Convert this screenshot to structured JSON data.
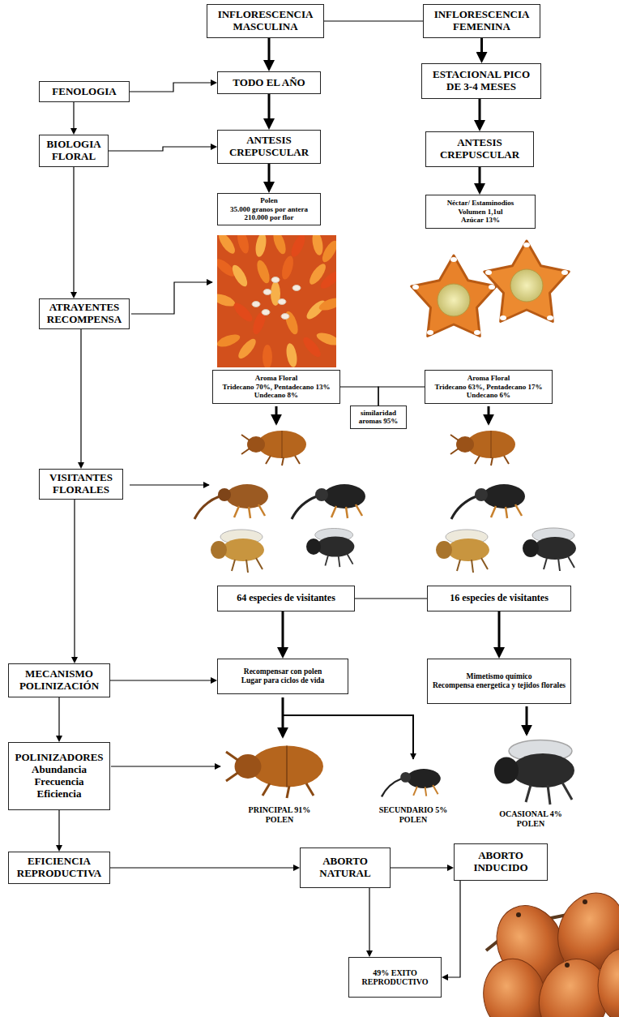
{
  "diagram": {
    "nodes": [
      {
        "text": [
          "INFLORESCENCIA MASCULINA"
        ]
      },
      {
        "text": [
          "INFLORESCENCIA FEMENINA"
        ]
      },
      {
        "text": [
          "FENOLOGIA"
        ]
      },
      {
        "text": [
          "TODO EL AÑO"
        ]
      },
      {
        "text": [
          "ESTACIONAL PICO DE 3-4 MESES"
        ]
      },
      {
        "text": [
          "BIOLOGIA FLORAL"
        ]
      },
      {
        "text": [
          "ANTESIS CREPUSCULAR"
        ]
      },
      {
        "text": [
          "ANTESIS CREPUSCULAR"
        ]
      },
      {
        "text": [
          "Polen",
          "35.000 granos por antera",
          "210.000 por flor"
        ]
      },
      {
        "text": [
          "Néctar/ Estaminodios",
          "Volumen 1,1ul",
          "Azúcar 13%"
        ]
      },
      {
        "text": [
          "ATRAYENTES RECOMPENSA"
        ]
      },
      {
        "text": [
          "Aroma Floral",
          "Tridecano 70%, Pentadecano 13%",
          "Undecano 8%"
        ]
      },
      {
        "text": [
          "similaridad aromas 95%"
        ]
      },
      {
        "text": [
          "Aroma Floral",
          "Tridecano 63%, Pentadecano 17%",
          "Undecano 6%"
        ]
      },
      {
        "text": [
          "VISITANTES FLORALES"
        ]
      },
      {
        "text": [
          "64 especies de visitantes"
        ]
      },
      {
        "text": [
          "16 especies de visitantes"
        ]
      },
      {
        "text": [
          "MECANISMO POLINIZACIÓN"
        ]
      },
      {
        "text": [
          "Recompensar con polen",
          "Lugar para ciclos de vida"
        ]
      },
      {
        "text": [
          "Mimetismo químico",
          "Recompensa energetica y tejidos florales"
        ]
      },
      {
        "text": [
          "POLINIZADORES",
          "Abundancia Frecuencia Eficiencia"
        ]
      },
      {
        "text": [
          "EFICIENCIA REPRODUCTIVA"
        ]
      },
      {
        "text": [
          "ABORTO NATURAL"
        ]
      },
      {
        "text": [
          "ABORTO INDUCIDO"
        ]
      },
      {
        "text": [
          "49% EXITO REPRODUCTIVO"
        ]
      }
    ],
    "edges": [
      {
        "from": 0,
        "to": 1,
        "arrow": "none"
      },
      {
        "from": 0,
        "to": 3,
        "arrow": "to"
      },
      {
        "from": 1,
        "to": 4,
        "arrow": "to"
      },
      {
        "from": 2,
        "to": 3,
        "arrow": "to"
      },
      {
        "from": 3,
        "to": 6,
        "arrow": "to"
      },
      {
        "from": 4,
        "to": 7,
        "arrow": "to"
      },
      {
        "from": 5,
        "to": 6,
        "arrow": "to"
      },
      {
        "from": 2,
        "to": 5,
        "arrow": "to"
      },
      {
        "from": 5,
        "to": 10,
        "arrow": "to"
      },
      {
        "from": 6,
        "to": 8,
        "arrow": "to"
      },
      {
        "from": 7,
        "to": 9,
        "arrow": "to"
      },
      {
        "from": 10,
        "to": 14,
        "arrow": "to"
      },
      {
        "from": 11,
        "to": 12,
        "arrow": "none"
      },
      {
        "from": 13,
        "to": 12,
        "arrow": "none"
      },
      {
        "from": 14,
        "to": 17,
        "arrow": "to"
      },
      {
        "from": 15,
        "to": 16,
        "arrow": "none"
      },
      {
        "from": 15,
        "to": 18,
        "arrow": "to"
      },
      {
        "from": 16,
        "to": 19,
        "arrow": "to"
      },
      {
        "from": 17,
        "to": 18,
        "arrow": "to"
      },
      {
        "from": 17,
        "to": 20,
        "arrow": "to"
      },
      {
        "from": 20,
        "to": 21,
        "arrow": "to"
      },
      {
        "from": 21,
        "to": 22,
        "arrow": "to"
      },
      {
        "from": 22,
        "to": 23,
        "arrow": "to"
      },
      {
        "from": 22,
        "to": 24,
        "arrow": "to"
      },
      {
        "from": 23,
        "to": 24,
        "arrow": "to"
      }
    ],
    "labels": [
      "PRINCIPAL 91% POLEN",
      "SECUNDARIO 5% POLEN",
      "OCASIONAL 4% POLEN"
    ]
  }
}
